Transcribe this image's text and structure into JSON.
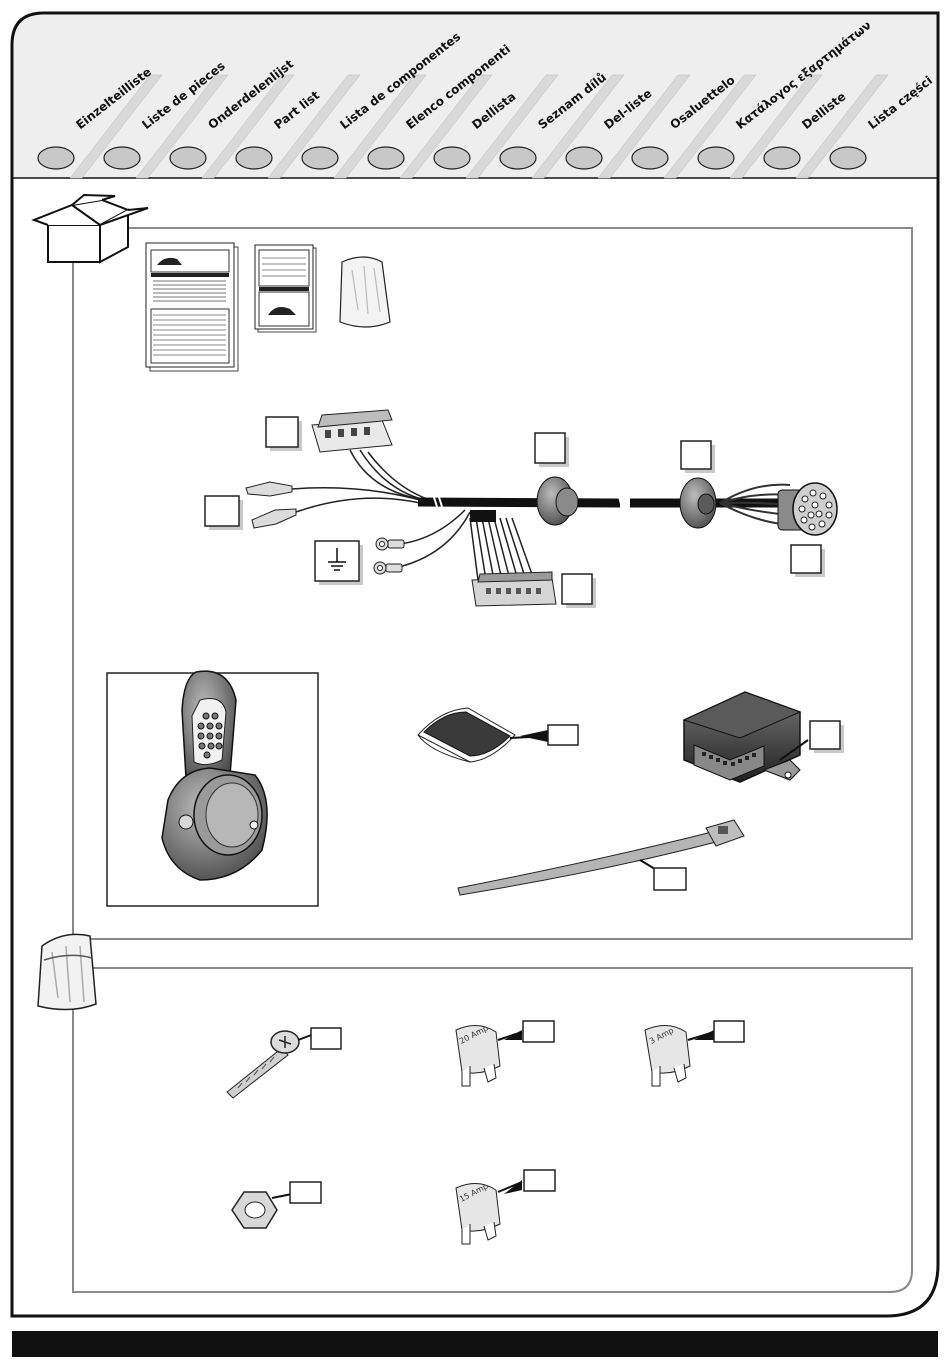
{
  "header": {
    "languages": [
      "Einzelteilliste",
      "Liste de pieces",
      "Onderdelenlijst",
      "Part list",
      "Lista de componentes",
      "Elenco componenti",
      "Dellista",
      "Seznam dílů",
      "Del-liste",
      "Osaluettelo",
      "Κατάλογος εξαρτημάτων",
      "Delliste",
      "Lista części"
    ]
  },
  "fuses": {
    "fuse_20_label": "20 Amp",
    "fuse_3_label": "3 Amp",
    "fuse_15_label": "15 Amp"
  },
  "icons": {
    "box": "cardboard-box-icon",
    "bag": "plastic-bag-icon",
    "ground": "ground-symbol-icon"
  },
  "colors": {
    "frame_stroke": "#111111",
    "panel_stroke": "#8a8a8a",
    "tab_band": "#d6d6d6",
    "circle_fill": "#c8c8c8",
    "footer": "#111111"
  }
}
